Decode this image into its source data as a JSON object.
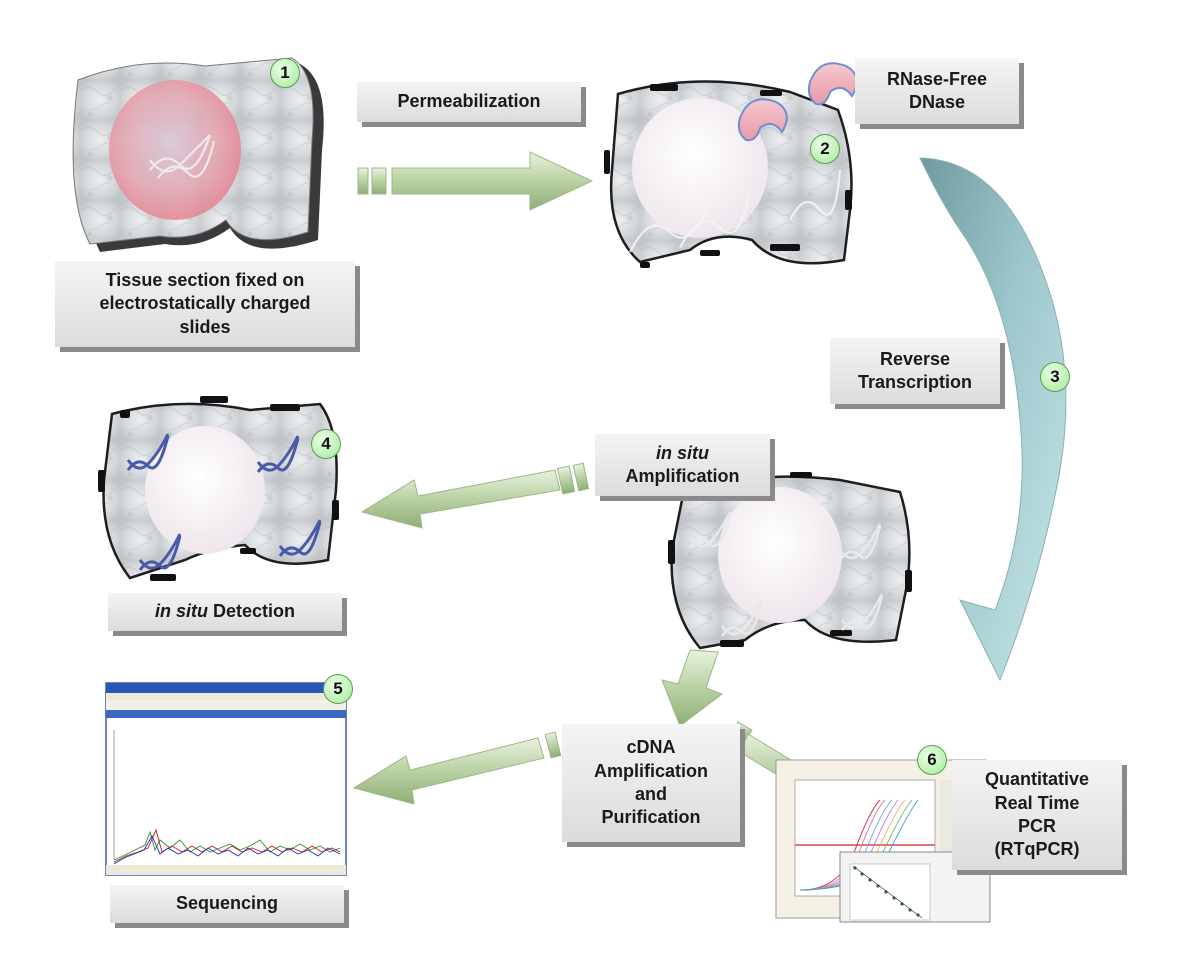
{
  "labels": {
    "permeabilization": "Permeabilization",
    "rnase_line1": "RNase-Free",
    "rnase_line2": "DNase",
    "tissue_line1": "Tissue section fixed on",
    "tissue_line2": "electrostatically charged",
    "tissue_line3": "slides",
    "rt_line1": "Reverse",
    "rt_line2": "Transcription",
    "insitu_amp_italic": "in situ",
    "insitu_amp_line2": "Amplification",
    "insitu_det_italic": "in situ",
    "insitu_det_rest": " Detection",
    "cdna_line1": "cDNA",
    "cdna_line2": "Amplification",
    "cdna_line3": "and",
    "cdna_line4": "Purification",
    "qpcr_line1": "Quantitative",
    "qpcr_line2": "Real Time",
    "qpcr_line3": "PCR",
    "qpcr_line4": "(RTqPCR)",
    "sequencing": "Sequencing"
  },
  "steps": [
    "1",
    "2",
    "3",
    "4",
    "5",
    "6"
  ],
  "colors": {
    "arrow_green": "#bcd4a8",
    "arrow_green_dark": "#8fae78",
    "curve_teal": "#9fc7cc",
    "badge_green": "#b9f0b0",
    "label_bg": "#e4e4e4",
    "label_shadow": "#8a8a8a",
    "dna_blue": "#4a5aa8"
  }
}
